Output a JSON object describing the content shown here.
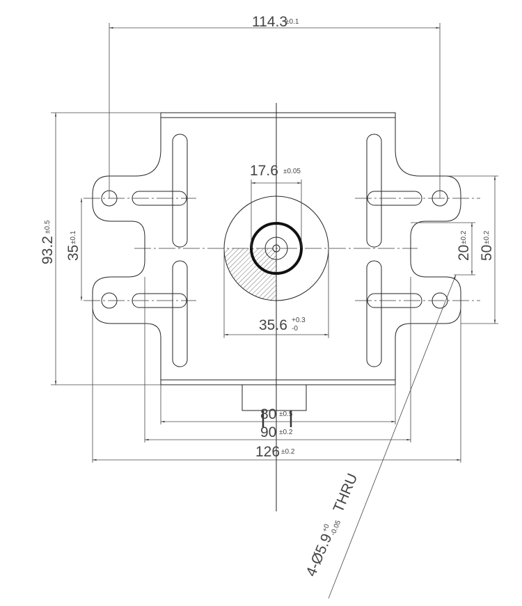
{
  "dimensions": {
    "width_hole_spacing": {
      "value": "114.3",
      "tol": "±0.1"
    },
    "height_overall": {
      "value": "93.2",
      "tol": "±0.5"
    },
    "hole_vertical_spacing": {
      "value": "35",
      "tol": "±0.1"
    },
    "center_bore": {
      "value": "17.6",
      "tol": "±0.05"
    },
    "boss_diameter": {
      "value": "35.6",
      "tol_upper": "+0.3",
      "tol_lower": "-0"
    },
    "slot_gap": {
      "value": "20",
      "tol": "±0.2"
    },
    "right_height": {
      "value": "50",
      "tol": "±0.2"
    },
    "inner_width": {
      "value": "80",
      "tol": "±0.5"
    },
    "mid_width": {
      "value": "90",
      "tol": "±0.2"
    },
    "overall_width": {
      "value": "126",
      "tol": "±0.2"
    }
  },
  "hole_note": {
    "prefix": "4-Ø5.9",
    "tol_upper": "+0",
    "tol_lower": "-0.05",
    "suffix": "THRU"
  }
}
